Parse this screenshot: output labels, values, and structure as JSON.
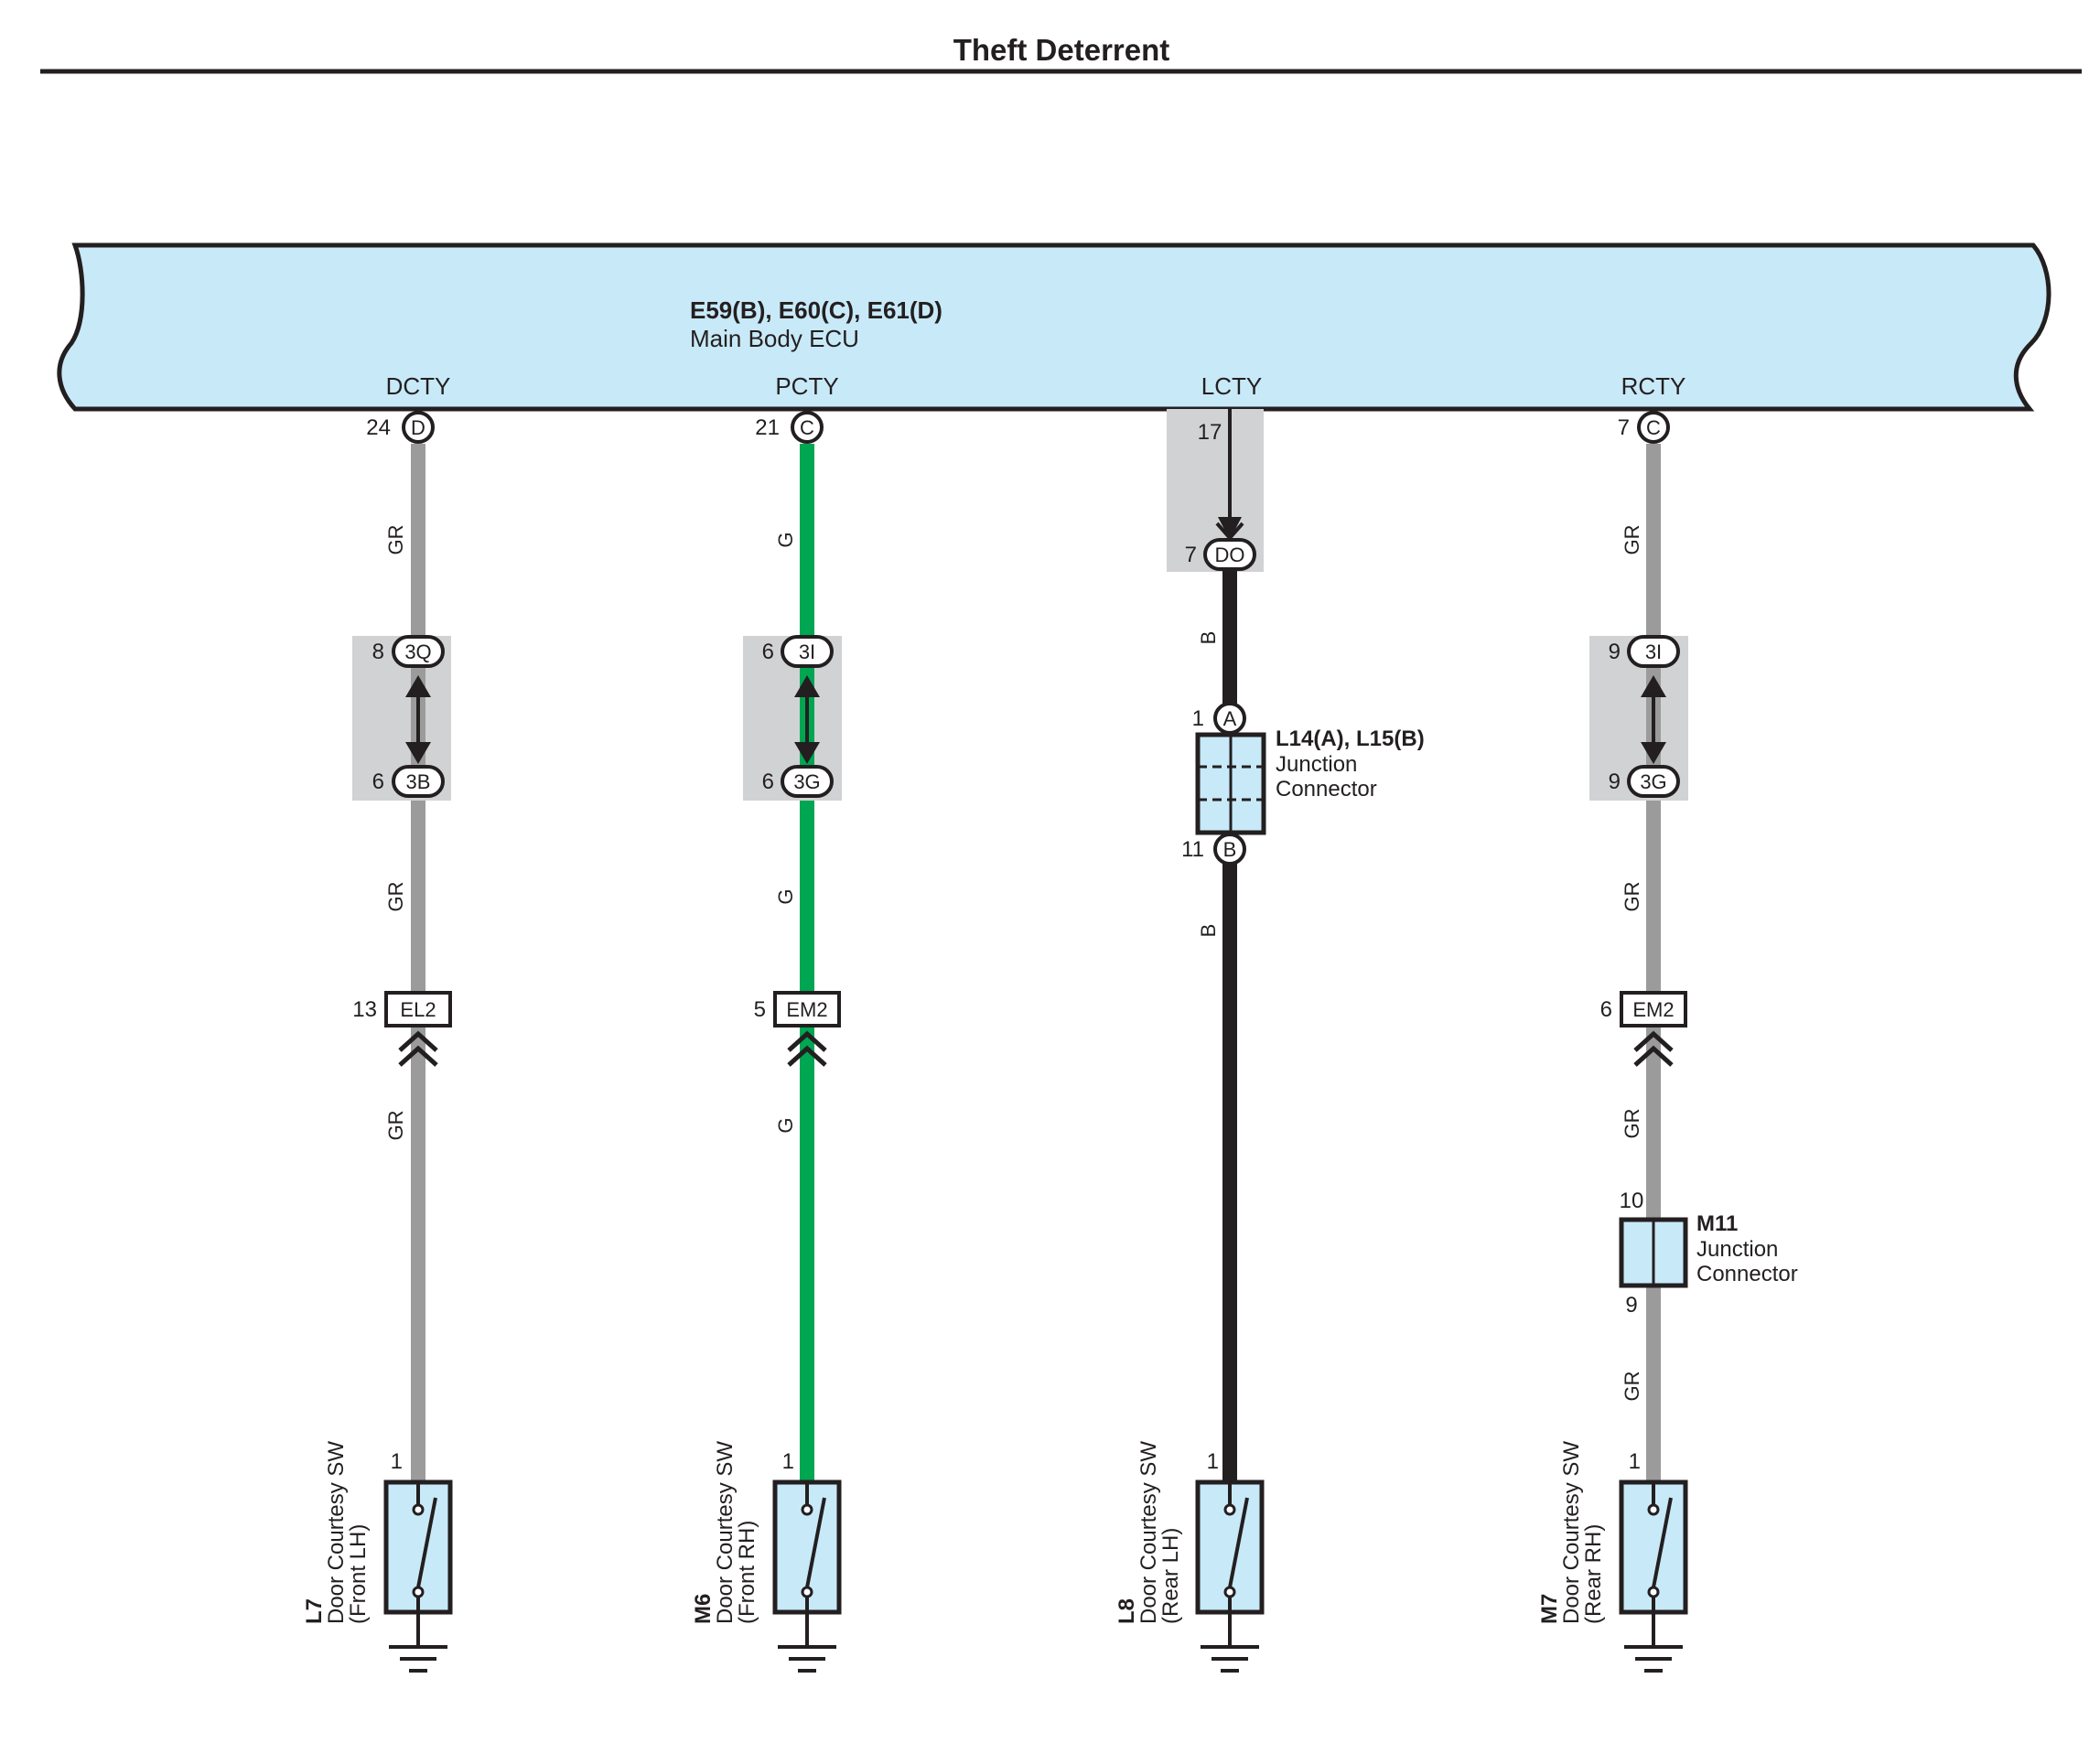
{
  "title": "Theft Deterrent",
  "ecu": {
    "label_bold": "E59(B), E60(C), E61(D)",
    "label": "Main Body ECU"
  },
  "colors": {
    "ecu_fill": "#c8e9f8",
    "wire_gr": "#9b9b9b",
    "wire_g": "#00a651",
    "wire_b": "#231f20",
    "shade": "#d1d2d4",
    "component_fill": "#c8e9f8",
    "line": "#231f20"
  },
  "circuits": [
    {
      "terminal": "DCTY",
      "ecu_pin": "24",
      "ecu_conn": "D",
      "wire_color": "GR",
      "upper_conn": {
        "pin": "8",
        "id": "3Q"
      },
      "lower_conn": {
        "pin": "6",
        "id": "3B"
      },
      "inline_conn": {
        "pin": "13",
        "id": "EL2"
      },
      "switch": {
        "id": "L7",
        "name": "Door Courtesy SW",
        "position": "(Front LH)",
        "pin": "1"
      }
    },
    {
      "terminal": "PCTY",
      "ecu_pin": "21",
      "ecu_conn": "C",
      "wire_color": "G",
      "upper_conn": {
        "pin": "6",
        "id": "3I"
      },
      "lower_conn": {
        "pin": "6",
        "id": "3G"
      },
      "inline_conn": {
        "pin": "5",
        "id": "EM2"
      },
      "switch": {
        "id": "M6",
        "name": "Door Courtesy SW",
        "position": "(Front RH)",
        "pin": "1"
      }
    },
    {
      "terminal": "LCTY",
      "ecu_pin": "17",
      "sub_conn": {
        "pin": "7",
        "id": "DO"
      },
      "wire_color": "B",
      "junction": {
        "id": "L14(A), L15(B)",
        "name_line1": "Junction",
        "name_line2": "Connector",
        "in_pin": "1",
        "in_conn": "A",
        "out_pin": "11",
        "out_conn": "B"
      },
      "switch": {
        "id": "L8",
        "name": "Door Courtesy SW",
        "position": "(Rear LH)",
        "pin": "1"
      }
    },
    {
      "terminal": "RCTY",
      "ecu_pin": "7",
      "ecu_conn": "C",
      "wire_color": "GR",
      "upper_conn": {
        "pin": "9",
        "id": "3I"
      },
      "lower_conn": {
        "pin": "9",
        "id": "3G"
      },
      "inline_conn": {
        "pin": "6",
        "id": "EM2"
      },
      "junction": {
        "id": "M11",
        "name_line1": "Junction",
        "name_line2": "Connector",
        "in_pin": "10",
        "out_pin": "9"
      },
      "switch": {
        "id": "M7",
        "name": "Door Courtesy SW",
        "position": "(Rear RH)",
        "pin": "1"
      }
    }
  ]
}
